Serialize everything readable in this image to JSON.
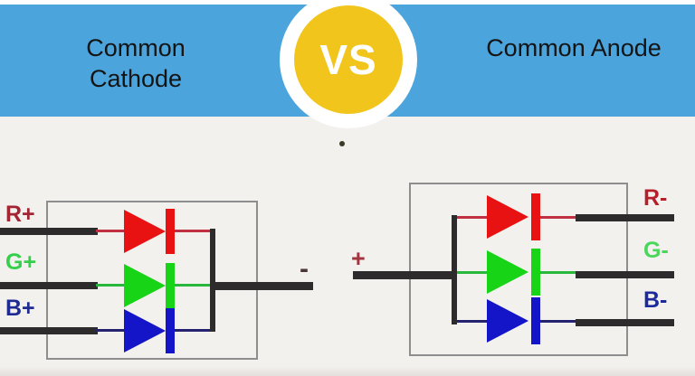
{
  "banner": {
    "left_title": "Common Cathode",
    "right_title": "Common Anode",
    "vs": "VS",
    "bg_color": "#4ba4dc",
    "vs_bg_color": "#f2c51d",
    "vs_text_color": "#ffffff",
    "title_color": "#141414"
  },
  "left_circuit": {
    "name": "common-cathode-wiring",
    "pins": [
      {
        "id": "red",
        "label": "R+",
        "color": "#a32433"
      },
      {
        "id": "green",
        "label": "G+",
        "color": "#35cf4b"
      },
      {
        "id": "blue",
        "label": "B+",
        "color": "#1f2b93"
      }
    ],
    "common_terminal": {
      "label": "-",
      "color": "#4a3838"
    },
    "diode_colors": {
      "red": "#e81212",
      "green": "#17d417",
      "blue": "#1414c8"
    },
    "thin_wire_colors": {
      "red": "#c03040",
      "green": "#28b93c",
      "blue": "#252270"
    }
  },
  "right_circuit": {
    "name": "common-anode-wiring",
    "common_terminal": {
      "label": "+",
      "color": "#a33540"
    },
    "pins": [
      {
        "id": "red",
        "label": "R-",
        "color": "#b51f2b"
      },
      {
        "id": "green",
        "label": "G-",
        "color": "#49d65b"
      },
      {
        "id": "blue",
        "label": "B-",
        "color": "#1c2a9c"
      }
    ],
    "diode_colors": {
      "red": "#e81212",
      "green": "#17d417",
      "blue": "#1414c8"
    },
    "thin_wire_colors": {
      "red": "#c03040",
      "green": "#28b93c",
      "blue": "#252270"
    }
  },
  "styles": {
    "wire_color": "#2d2b2b",
    "box_border_color": "#8e8e8e",
    "content_bg": "#f3f1ee"
  }
}
